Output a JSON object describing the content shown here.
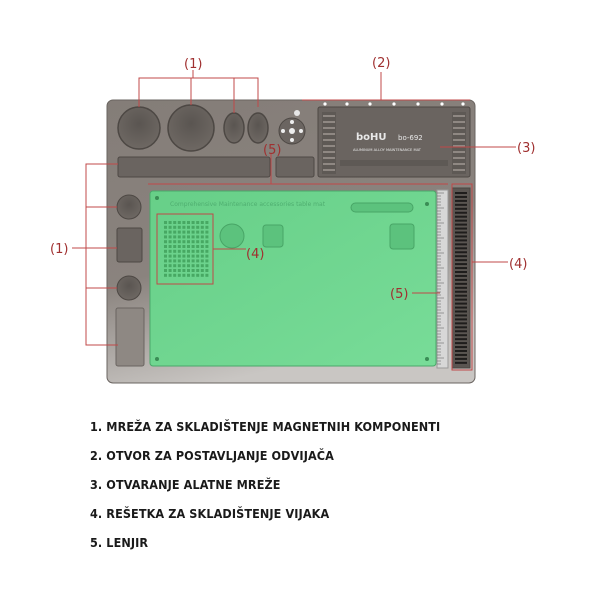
{
  "product": {
    "brand_logo": "boHU",
    "model": "bo-692",
    "subtitle": "ALUMINUM ALLOY MAINTENANCE MAT",
    "inner_mat_text": "Comprehensive Maintenance accessories table mat"
  },
  "callouts": {
    "top_left": "(1)",
    "top_middle": "(2)",
    "right_top": "(3)",
    "left_middle": "(1)",
    "inner_grid": "(4)",
    "right_middle": "(4)",
    "ruler": "(5)",
    "top_small": "(5)"
  },
  "legend": [
    "1. MREŽA ZA SKLADIŠTENJE MAGNETNIH KOMPONENTI",
    "2. OTVOR ZA POSTAVLJANJE ODVIJAČA",
    "3. OTVARANJE ALATNE MREŽE",
    "4. REŠETKA ZA SKLADIŠTENJE VIJAKA",
    "5. LENJIR"
  ],
  "colors": {
    "tray": "#7d7772",
    "tray_dark": "#5f5a56",
    "mat_green": "#6fd48f",
    "callout": "#c04848",
    "background": "#ffffff"
  }
}
